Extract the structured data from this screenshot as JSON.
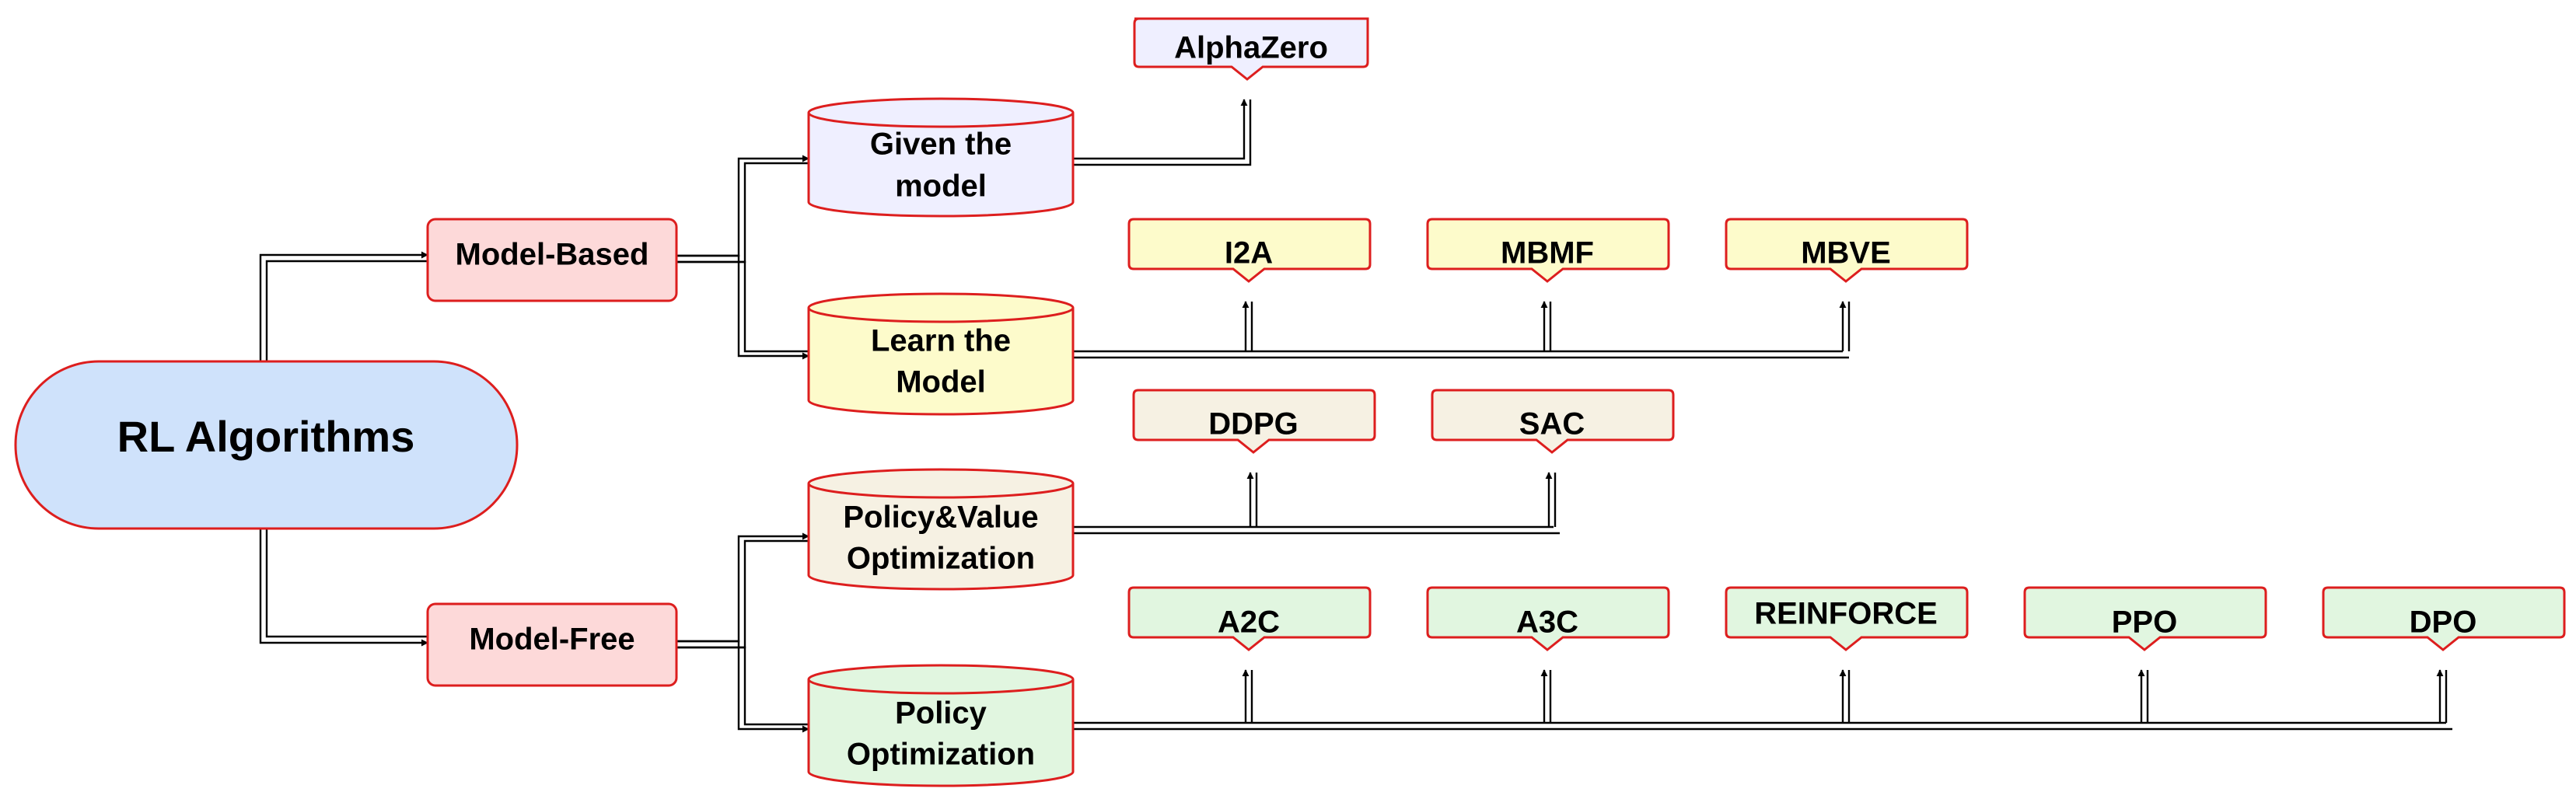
{
  "colors": {
    "border": "#dd1e1e",
    "root_fill": "#cfe2fb",
    "category_fill": "#fdd9d9",
    "given_fill": "#efefff",
    "learn_fill": "#fdfbcb",
    "policy_value_fill": "#f6f1e3",
    "policy_fill": "#e1f6e0",
    "edge": "#000000"
  },
  "root": {
    "label": "RL Algorithms"
  },
  "categories": {
    "model_based": "Model-Based",
    "model_free": "Model-Free"
  },
  "subcategories": {
    "given_model": [
      "Given the",
      "model"
    ],
    "learn_model": [
      "Learn the",
      "Model"
    ],
    "policy_value": [
      "Policy&Value",
      "Optimization"
    ],
    "policy_opt": [
      "Policy",
      "Optimization"
    ]
  },
  "algorithms": {
    "given_model": [
      "AlphaZero"
    ],
    "learn_model": [
      "I2A",
      "MBMF",
      "MBVE"
    ],
    "policy_value": [
      "DDPG",
      "SAC"
    ],
    "policy_opt": [
      "A2C",
      "A3C",
      "REINFORCE",
      "PPO",
      "DPO"
    ]
  }
}
